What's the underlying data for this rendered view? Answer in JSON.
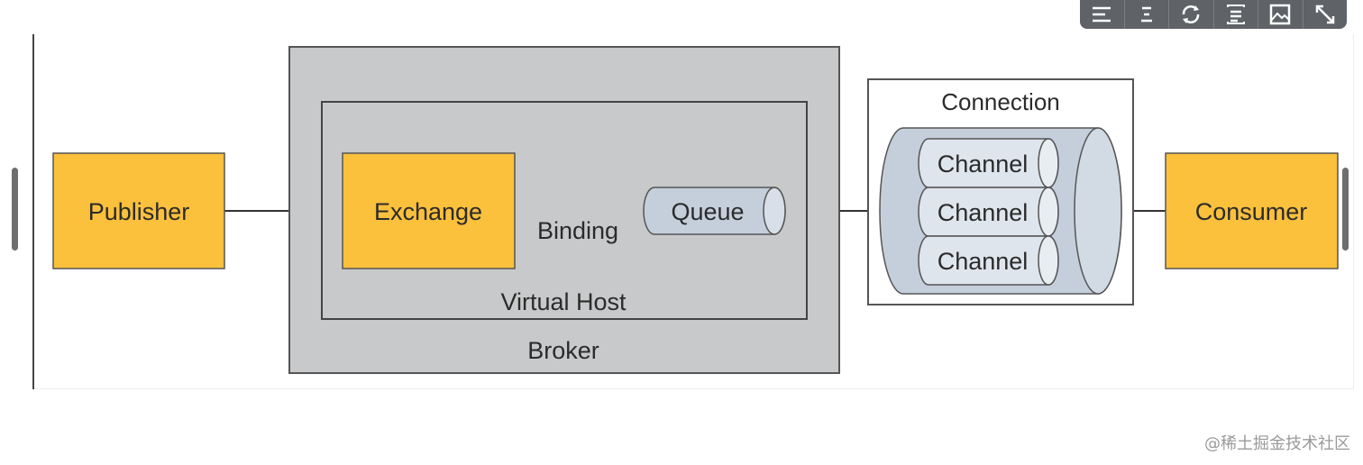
{
  "toolbar": {
    "buttons": [
      {
        "icon": "align-left-icon"
      },
      {
        "icon": "align-center-icon"
      },
      {
        "icon": "refresh-icon"
      },
      {
        "icon": "text-list-icon"
      },
      {
        "icon": "image-icon"
      },
      {
        "icon": "expand-icon"
      }
    ]
  },
  "diagram": {
    "publisher": "Publisher",
    "broker": "Broker",
    "virtual_host": "Virtual Host",
    "exchange": "Exchange",
    "binding": "Binding",
    "queue": "Queue",
    "connection": "Connection",
    "channels": [
      "Channel",
      "Channel",
      "Channel"
    ],
    "consumer": "Consumer"
  },
  "colors": {
    "node_fill": "#fbc03c",
    "broker_fill": "#c8c9ca",
    "cylinder_fill": "#c5cfdc"
  },
  "watermark": "@稀土掘金技术社区"
}
